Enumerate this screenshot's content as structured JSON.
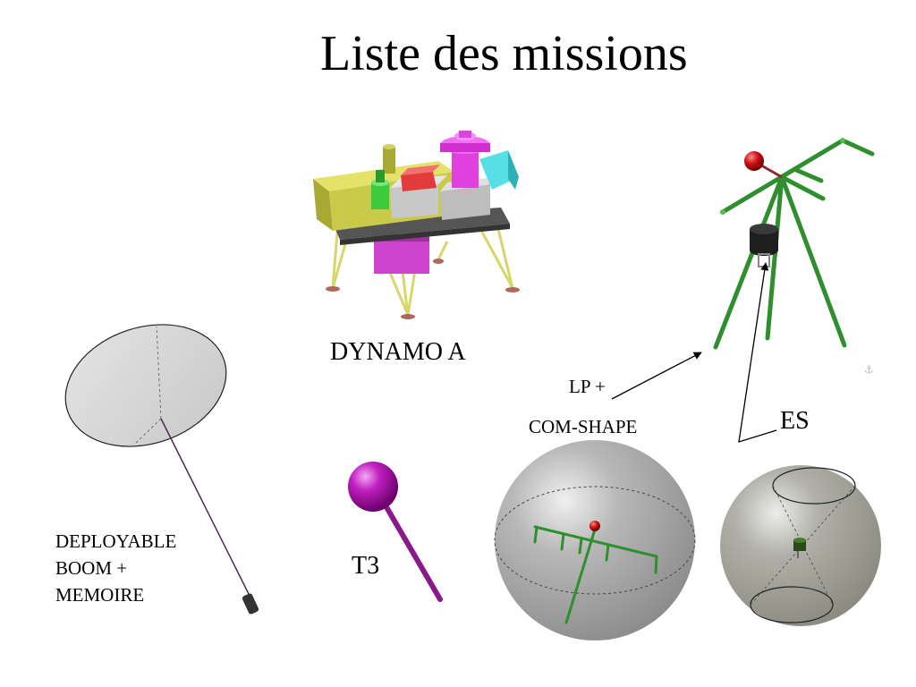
{
  "slide": {
    "title": "Liste des missions"
  },
  "labels": {
    "dynamo": "DYNAMO A",
    "lp": "LP +",
    "com_shape": "COM-SHAPE",
    "es": "ES",
    "t3": "T3",
    "boom_line1": "DEPLOYABLE",
    "boom_line2": "BOOM +",
    "boom_line3": "MEMOIRE"
  },
  "colors": {
    "background": "#ffffff",
    "dish": "#d9d9d9",
    "sphere": "#a6a6a6",
    "antenna_green": "#2f8f2f",
    "t3_magenta": "#b312b3",
    "lander_yellow": "#c9c94a",
    "lander_magenta": "#e040e0",
    "lander_cyan": "#56e0e6",
    "lander_red": "#e23b3b"
  },
  "icons": {
    "corner_mark": "anchor-mark"
  }
}
